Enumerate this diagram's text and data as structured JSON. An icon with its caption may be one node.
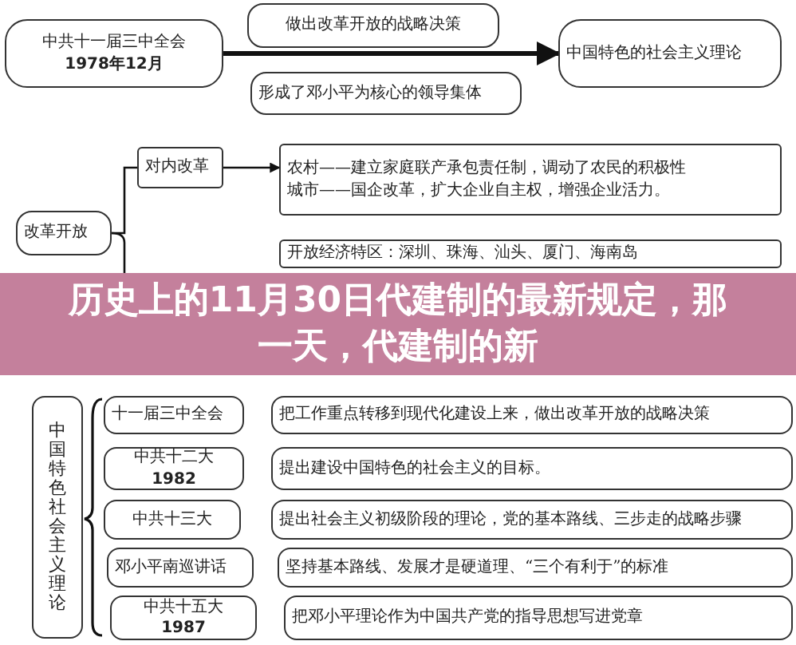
{
  "diagram": {
    "title": "历史上的11月30日代建制的最新规定，那一天，代建制的新",
    "nodes": [
      {
        "text": [
          "中共十一届三中全会",
          "1978年12月"
        ]
      },
      {
        "text": [
          "做出改革开放的战略决策"
        ]
      },
      {
        "text": [
          "形成了邓小平为核心的领导集体"
        ]
      },
      {
        "text": [
          "中国特色的社会主义理论"
        ]
      },
      {
        "text": [
          "改革开放"
        ]
      },
      {
        "text": [
          "对内改革"
        ]
      },
      {
        "text": [
          "农村——建立家庭联产承包责任制，调动了农民的积极性",
          "城市——国企改革，扩大企业自主权，增强企业活力。"
        ]
      },
      {
        "text": [
          "开放经济特区：深圳、珠海、汕头、厦门、海南岛"
        ]
      },
      {
        "text": [
          "中国特色社会主义理论"
        ]
      },
      {
        "text": [
          "十一届三中全会"
        ]
      },
      {
        "text": [
          "中共十二大",
          "1982"
        ]
      },
      {
        "text": [
          "中共十三大"
        ]
      },
      {
        "text": [
          "邓小平南巡讲话"
        ]
      },
      {
        "text": [
          "中共十五大",
          "1987"
        ]
      },
      {
        "text": [
          "把工作重点转移到现代化建设上来，做出改革开放的战略决策"
        ]
      },
      {
        "text": [
          "提出建设中国特色的社会主义的目标。"
        ]
      },
      {
        "text": [
          "提出社会主义初级阶段的理论，党的基本路线、三步走的战略步骤"
        ]
      },
      {
        "text": [
          "坚持基本路线、发展才是硬道理、“三个有利于”的标准"
        ]
      },
      {
        "text": [
          "把邓小平理论作为中国共产党的指导思想写进党章"
        ]
      }
    ],
    "edges": [
      {
        "from": 0,
        "to": 3,
        "arrow": "to",
        "style": "thick"
      },
      {
        "from": 4,
        "to": 5,
        "arrow": "none"
      },
      {
        "from": 5,
        "to": 6,
        "arrow": "to"
      }
    ]
  }
}
